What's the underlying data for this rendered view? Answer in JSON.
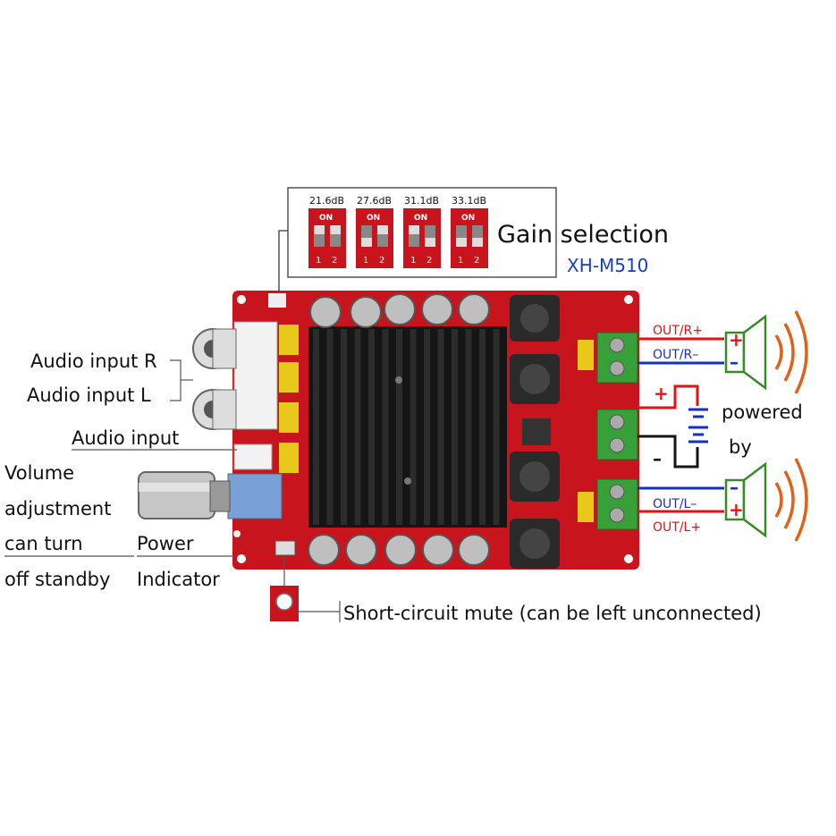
{
  "gain": {
    "title": "Gain selection",
    "model": "XH-M510",
    "switches": [
      {
        "label": "21.6dB",
        "on": "ON",
        "n1": "1",
        "n2": "2"
      },
      {
        "label": "27.6dB",
        "on": "ON",
        "n1": "1",
        "n2": "2"
      },
      {
        "label": "31.1dB",
        "on": "ON",
        "n1": "1",
        "n2": "2"
      },
      {
        "label": "33.1dB",
        "on": "ON",
        "n1": "1",
        "n2": "2"
      }
    ]
  },
  "labels": {
    "audio_input_r": "Audio input R",
    "audio_input_l": "Audio input L",
    "audio_input": "Audio input",
    "volume_1": "Volume",
    "volume_2": "adjustment",
    "volume_3": "can turn",
    "volume_4": "off standby",
    "power_1": "Power",
    "power_2": "Indicator",
    "mute": "Short-circuit mute (can be left unconnected)",
    "powered": "powered",
    "by": "by"
  },
  "outputs": {
    "r_plus": "OUT/R+",
    "r_minus": "OUT/R–",
    "l_minus": "OUT/L–",
    "l_plus": "OUT/L+"
  },
  "power": {
    "plus": "+",
    "minus": "–"
  },
  "colors": {
    "pcb": "#c8141c",
    "heatsink": "#151515",
    "positive": "#e01414",
    "negative": "#1530c8",
    "speaker_green": "#3a8a2a",
    "sound_wave": "#e0621a",
    "model_blue": "#1a3fbf"
  }
}
